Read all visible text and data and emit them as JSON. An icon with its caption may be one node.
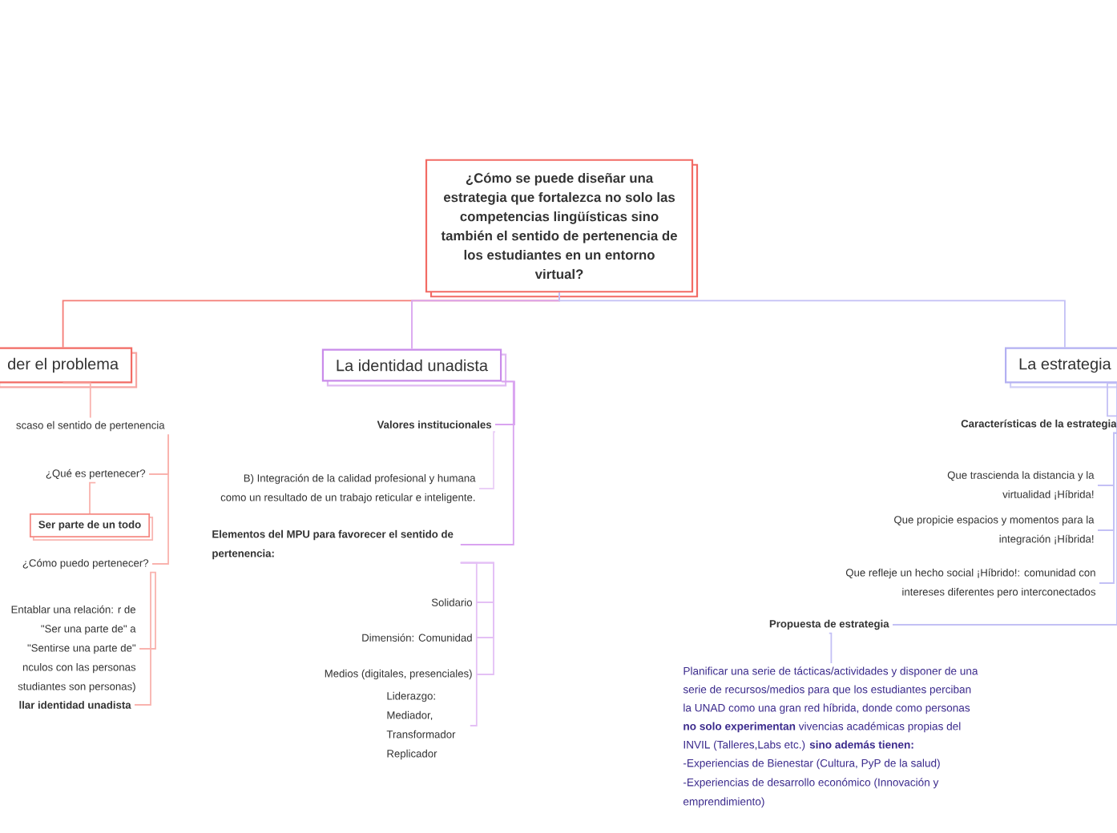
{
  "diagram": {
    "nodes": [
      {
        "text": [
          "¿Cómo se puede diseñar una estrategia que fortalezca no solo las competencias lingüísticas sino también el sentido de pertenencia de los estudiantes en un entorno virtual?"
        ]
      },
      {
        "text": [
          "der el problema"
        ]
      },
      {
        "text": [
          "La identidad unadista"
        ]
      },
      {
        "text": [
          "La estrategia"
        ]
      },
      {
        "text": [
          "scaso el sentido de pertenencia"
        ]
      },
      {
        "text": [
          "¿Qué es pertenecer?"
        ]
      },
      {
        "text": [
          "Ser parte de un todo"
        ]
      },
      {
        "text": [
          "¿Cómo puedo pertenecer?"
        ]
      },
      {
        "text": [
          "Entablar una relación: r de \"Ser una parte de\" a \"Sentirse una parte de\" nculos con las personas studiantes son personas)"
        ]
      },
      {
        "text": [
          "llar identidad unadista"
        ]
      },
      {
        "text": [
          "Valores institucionales"
        ]
      },
      {
        "text": [
          "B) Integración de la calidad profesional y humana como un resultado de un trabajo reticular e inteligente."
        ]
      },
      {
        "text": [
          "Elementos del MPU para favorecer el sentido de pertenencia:"
        ]
      },
      {
        "text": [
          "Solidario"
        ]
      },
      {
        "text": [
          "Dimensión: Comunidad"
        ]
      },
      {
        "text": [
          "Medios (digitales, presenciales)"
        ]
      },
      {
        "text": [
          "Liderazgo: Mediador, Transformador Replicador"
        ]
      },
      {
        "text": [
          "Características de la estrategia"
        ]
      },
      {
        "text": [
          "Que trascienda la distancia y la virtualidad ¡Híbrida!"
        ]
      },
      {
        "text": [
          "Que propicie espacios y momentos para la integración ¡Híbrida!"
        ]
      },
      {
        "text": [
          "Que refleje un hecho social ¡Híbrido!: comunidad con intereses diferentes pero interconectados"
        ]
      },
      {
        "text": [
          "Propuesta de estrategia"
        ]
      },
      {
        "text": [
          "Planificar una serie de tácticas/actividades y disponer de una serie de recursos/medios para que los estudiantes perciban la UNAD como una gran red híbrida, donde como personas **no solo experimentan** vivencias académicas propias del INVIL (Talleres,Labs etc.) **sino además tienen:**",
          "-Experiencias de Bienestar (Cultura, PyP de la salud)",
          "-Experiencias de desarrollo económico (Innovación y emprendimiento)"
        ]
      }
    ],
    "edges": [
      {
        "from": 0,
        "to": 1,
        "arrow": "none",
        "color": "#f47c76"
      },
      {
        "from": 0,
        "to": 2,
        "arrow": "none",
        "color": "#d9a3f0"
      },
      {
        "from": 0,
        "to": 3,
        "arrow": "none",
        "color": "#c3c0f5"
      },
      {
        "from": 1,
        "to": 4,
        "arrow": "none",
        "color": "#f9b3ae"
      },
      {
        "from": 4,
        "to": 5,
        "arrow": "none",
        "color": "#f9b3ae"
      },
      {
        "from": 4,
        "to": 7,
        "arrow": "none",
        "color": "#f9b3ae"
      },
      {
        "from": 5,
        "to": 6,
        "arrow": "none",
        "color": "#f9b3ae"
      },
      {
        "from": 7,
        "to": 8,
        "arrow": "none",
        "color": "#f9b3ae"
      },
      {
        "from": 7,
        "to": 9,
        "arrow": "none",
        "color": "#f9b3ae"
      },
      {
        "from": 2,
        "to": 10,
        "arrow": "none",
        "color": "#d9a3f0"
      },
      {
        "from": 10,
        "to": 11,
        "arrow": "none",
        "color": "#ead0f7"
      },
      {
        "from": 2,
        "to": 12,
        "arrow": "none",
        "color": "#d9a3f0"
      },
      {
        "from": 12,
        "to": 13,
        "arrow": "none",
        "color": "#e4c0f5"
      },
      {
        "from": 12,
        "to": 14,
        "arrow": "none",
        "color": "#e4c0f5"
      },
      {
        "from": 12,
        "to": 15,
        "arrow": "none",
        "color": "#e4c0f5"
      },
      {
        "from": 12,
        "to": 16,
        "arrow": "none",
        "color": "#e4c0f5"
      },
      {
        "from": 3,
        "to": 17,
        "arrow": "none",
        "color": "#c3c0f5"
      },
      {
        "from": 17,
        "to": 18,
        "arrow": "none",
        "color": "#c3c0f5"
      },
      {
        "from": 17,
        "to": 19,
        "arrow": "none",
        "color": "#c3c0f5"
      },
      {
        "from": 17,
        "to": 20,
        "arrow": "none",
        "color": "#c3c0f5"
      },
      {
        "from": 3,
        "to": 21,
        "arrow": "none",
        "color": "#c3c0f5"
      },
      {
        "from": 21,
        "to": 22,
        "arrow": "none",
        "color": "#c3c0f5"
      }
    ]
  }
}
